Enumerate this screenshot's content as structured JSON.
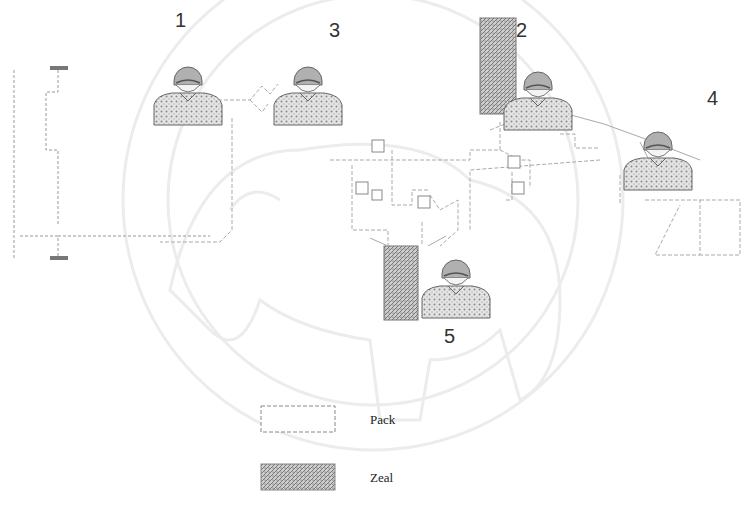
{
  "diagram": {
    "labels": [
      "1",
      "3",
      "2",
      "4",
      "5"
    ],
    "legend": [
      {
        "text": "Pack"
      },
      {
        "text": "Zeal"
      }
    ]
  }
}
